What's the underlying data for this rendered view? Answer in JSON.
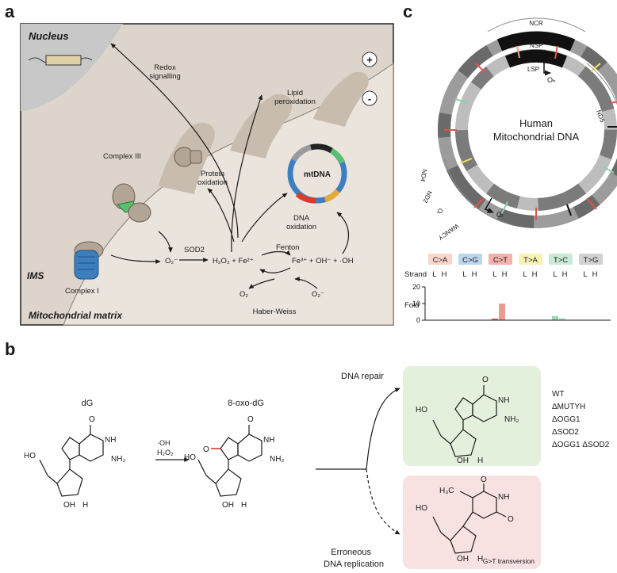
{
  "colors": {
    "cell_bg": "#ddd5cb",
    "matrix_bg": "#eae4dc",
    "nucleus": "#c8c8c8",
    "complex_brown": "#b3a596",
    "complex_blue": "#3d7ebf",
    "complex_green": "#5cbf6d",
    "repair_box": "#e3f0dc",
    "erroneous_box": "#f8e1e1",
    "oxo_red": "#d83b2a",
    "mut_CA": "#f4a28a",
    "mut_CG": "#6aa5d8",
    "mut_CT": "#e4554a",
    "mut_TA": "#f2e25a",
    "mut_TC": "#86d3a4",
    "mut_TG": "#9a9a9a"
  },
  "panel_a": {
    "label": "a",
    "nucleus": "Nucleus",
    "redox": [
      "Redox",
      "signalling"
    ],
    "plus": "+",
    "minus": "-",
    "lipid": [
      "Lipid",
      "peroxidation"
    ],
    "complex3": "Complex III",
    "protein_ox": [
      "Protein",
      "oxidation"
    ],
    "mtdna": "mtDNA",
    "dna_ox": [
      "DNA",
      "oxidation"
    ],
    "fenton": "Fenton",
    "sod2": "SOD2",
    "o2_rad": "O₂⁻",
    "reaction_mid": "H₂O₂ + Fe²⁺",
    "reaction_right": "Fe³⁺ + OH⁻ + ·OH",
    "o2": "O₂",
    "o2_rad2": "O₂⁻",
    "haber": "Haber-Weiss",
    "ims": "IMS",
    "complex1": "Complex I",
    "matrix": "Mitochondrial matrix"
  },
  "panel_b": {
    "label": "b",
    "dg": "dG",
    "oxo_dg": "8-oxo-dG",
    "oh": "·OH",
    "h2o2": "H₂O₂",
    "dna_repair": "DNA repair",
    "erroneous": [
      "Erroneous",
      "DNA replication"
    ],
    "transversion": "G>T transversion",
    "strains": [
      "WT",
      "ΔMUTYH",
      "ΔOGG1",
      "ΔSOD2",
      "ΔOGG1 ΔSOD2"
    ],
    "h3c": "H₃C"
  },
  "panel_c": {
    "label": "c",
    "ncr": "NCR",
    "nsp": "NSP",
    "lsp": "LSP",
    "oh_origin": "Oₕ",
    "ol_origin": "Oₗ",
    "title": [
      "Human",
      "Mitochondrial DNA"
    ],
    "nd5": "ND5",
    "left_arc": [
      "ND4",
      "ND2",
      "Oₗ",
      "WANCY"
    ],
    "strand_label": "Strand",
    "fold_label": "Fold"
  },
  "chart_data": {
    "type": "bar",
    "categories": [
      "C>A",
      "C>G",
      "C>T",
      "T>A",
      "T>C",
      "T>G"
    ],
    "series": [
      {
        "name": "L",
        "values": [
          0.1,
          0.1,
          1,
          0.1,
          2.5,
          0.1
        ]
      },
      {
        "name": "H",
        "values": [
          0.1,
          0.1,
          10,
          0.1,
          1.2,
          0.1
        ]
      }
    ],
    "ylabel": "Fold",
    "ylim": [
      0,
      20
    ],
    "yticks": [
      0,
      10,
      20
    ]
  }
}
